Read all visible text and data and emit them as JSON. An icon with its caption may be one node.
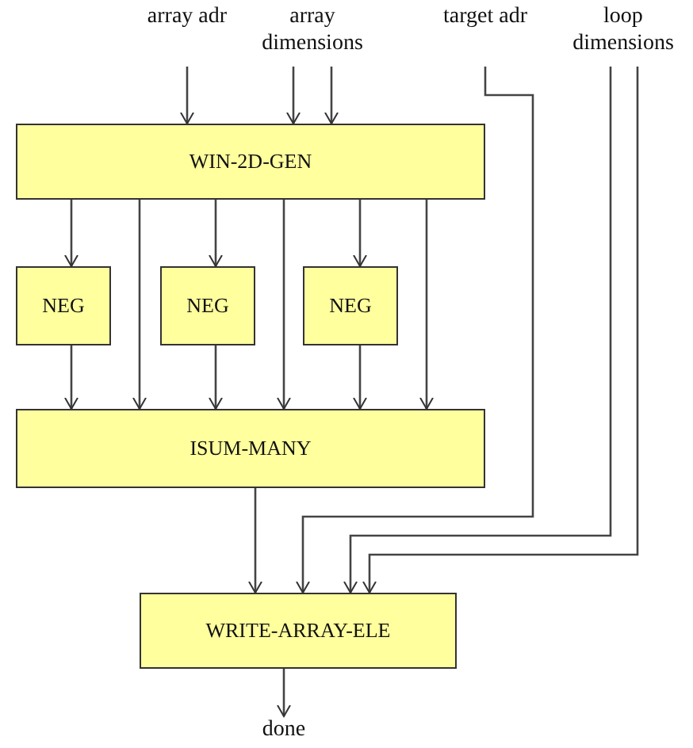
{
  "diagram": {
    "nodes": [
      {
        "text": [
          "array adr"
        ]
      },
      {
        "text": [
          "array dimensions"
        ]
      },
      {
        "text": [
          "target adr"
        ]
      },
      {
        "text": [
          "loop dimensions"
        ]
      },
      {
        "text": [
          "WIN-2D-GEN"
        ]
      },
      {
        "text": [
          "NEG"
        ]
      },
      {
        "text": [
          "NEG"
        ]
      },
      {
        "text": [
          "NEG"
        ]
      },
      {
        "text": [
          "ISUM-MANY"
        ]
      },
      {
        "text": [
          "WRITE-ARRAY-ELE"
        ]
      },
      {
        "text": [
          "done"
        ]
      }
    ],
    "edges": [
      {
        "from": 0,
        "to": 4,
        "arrow": "to"
      },
      {
        "from": 1,
        "to": 4,
        "arrow": "to"
      },
      {
        "from": 1,
        "to": 4,
        "arrow": "to"
      },
      {
        "from": 4,
        "to": 5,
        "arrow": "to"
      },
      {
        "from": 4,
        "to": 8,
        "arrow": "to"
      },
      {
        "from": 4,
        "to": 6,
        "arrow": "to"
      },
      {
        "from": 4,
        "to": 8,
        "arrow": "to"
      },
      {
        "from": 4,
        "to": 7,
        "arrow": "to"
      },
      {
        "from": 4,
        "to": 8,
        "arrow": "to"
      },
      {
        "from": 5,
        "to": 8,
        "arrow": "to"
      },
      {
        "from": 6,
        "to": 8,
        "arrow": "to"
      },
      {
        "from": 7,
        "to": 8,
        "arrow": "to"
      },
      {
        "from": 8,
        "to": 9,
        "arrow": "to"
      },
      {
        "from": 2,
        "to": 9,
        "arrow": "to"
      },
      {
        "from": 3,
        "to": 9,
        "arrow": "to"
      },
      {
        "from": 3,
        "to": 9,
        "arrow": "to"
      },
      {
        "from": 9,
        "to": 10,
        "arrow": "to"
      }
    ]
  }
}
